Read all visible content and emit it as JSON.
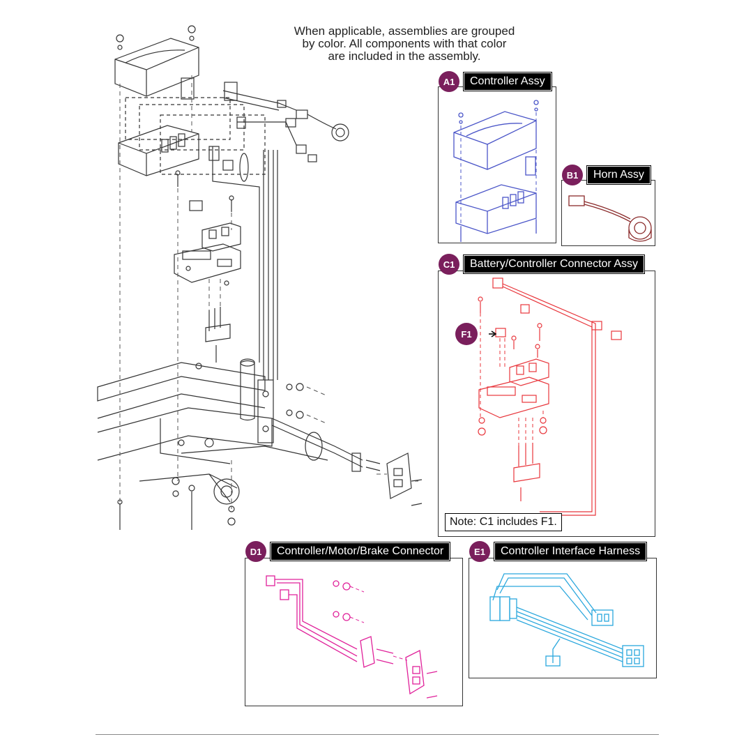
{
  "intro_text": {
    "line1": "When applicable, assemblies are grouped",
    "line2": "by color. All components with that color",
    "line3": "are included in the assembly."
  },
  "assemblies": [
    {
      "id": "A1",
      "label": "Controller Assy",
      "color": "#4a55c8"
    },
    {
      "id": "B1",
      "label": "Horn Assy",
      "color": "#8a2a2a"
    },
    {
      "id": "C1",
      "label": "Battery/Controller Connector Assy",
      "color": "#e8353b"
    },
    {
      "id": "D1",
      "label": "Controller/Motor/Brake Connector",
      "color": "#e0219a"
    },
    {
      "id": "E1",
      "label": "Controller Interface Harness",
      "color": "#2aa7dd"
    }
  ],
  "callout": {
    "id": "F1"
  },
  "note": "Note: C1 includes F1.",
  "badge_color": "#7a1f5c",
  "main_line_color": "#333333"
}
